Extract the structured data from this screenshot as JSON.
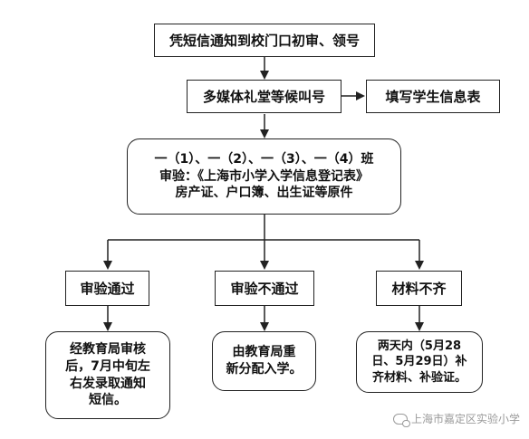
{
  "nodes": {
    "start": "凭短信通知到校门口初审、领号",
    "wait": "多媒体礼堂等候叫号",
    "fill_form": "填写学生信息表",
    "review": {
      "line1": "一（1）、一（2）、一（3）、一（4）班",
      "line2": "审验：《上海市小学入学信息登记表》",
      "line3": "房产证、户口簿、出生证等原件"
    },
    "pass": "审验通过",
    "fail": "审验不通过",
    "incomplete": "材料不齐",
    "pass_result": {
      "line1": "经教育局审核",
      "line2": "后，7月中旬左",
      "line3": "右发录取通知",
      "line4": "短信。"
    },
    "fail_result": {
      "line1": "由教育局重",
      "line2": "新分配入学。"
    },
    "incomplete_result": {
      "line1": "两天内（5月28",
      "line2": "日、5月29日）补",
      "line3": "齐材料、补验证。"
    }
  },
  "watermark": "上海市嘉定区实验小学"
}
